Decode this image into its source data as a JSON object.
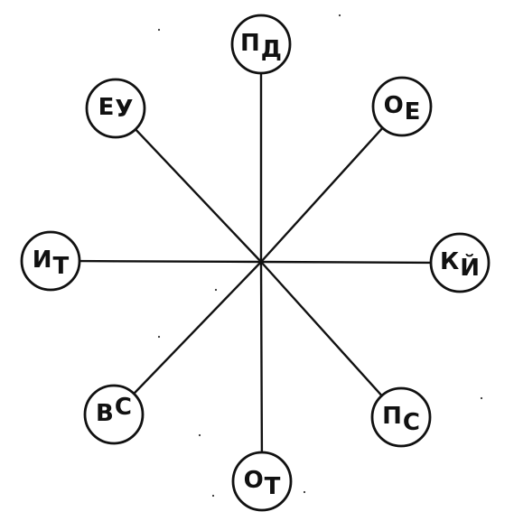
{
  "diagram": {
    "nodes": [
      {
        "id": "top",
        "first": "П",
        "second": "Д",
        "second_position": "low"
      },
      {
        "id": "top-right",
        "first": "О",
        "second": "Е",
        "second_position": "low"
      },
      {
        "id": "right",
        "first": "К",
        "second": "Й",
        "second_position": "low"
      },
      {
        "id": "bottom-right",
        "first": "П",
        "second": "С",
        "second_position": "low"
      },
      {
        "id": "bottom",
        "first": "О",
        "second": "Т",
        "second_position": "low"
      },
      {
        "id": "bottom-left",
        "first": "В",
        "second": "С",
        "second_position": "high"
      },
      {
        "id": "left",
        "first": "И",
        "second": "Т",
        "second_position": "low"
      },
      {
        "id": "top-left",
        "first": "Е",
        "second": "У",
        "second_position": "mid"
      }
    ],
    "colors": {
      "line": "#111111",
      "circle_fill": "#ffffff",
      "text": "#111111"
    }
  }
}
